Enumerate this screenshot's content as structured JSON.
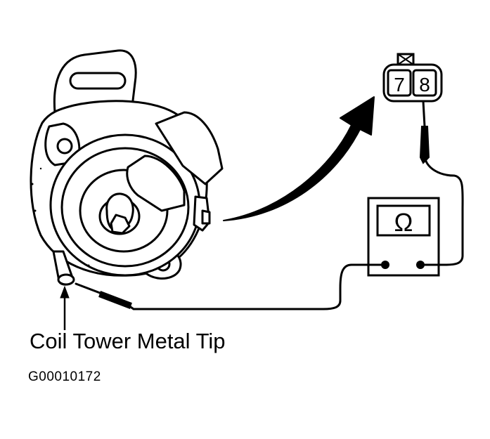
{
  "connector": {
    "pin_left": "7",
    "pin_right": "8"
  },
  "meter": {
    "symbol": "Ω"
  },
  "labels": {
    "coil_tip": "Coil Tower Metal Tip",
    "figure_id": "G00010172"
  }
}
